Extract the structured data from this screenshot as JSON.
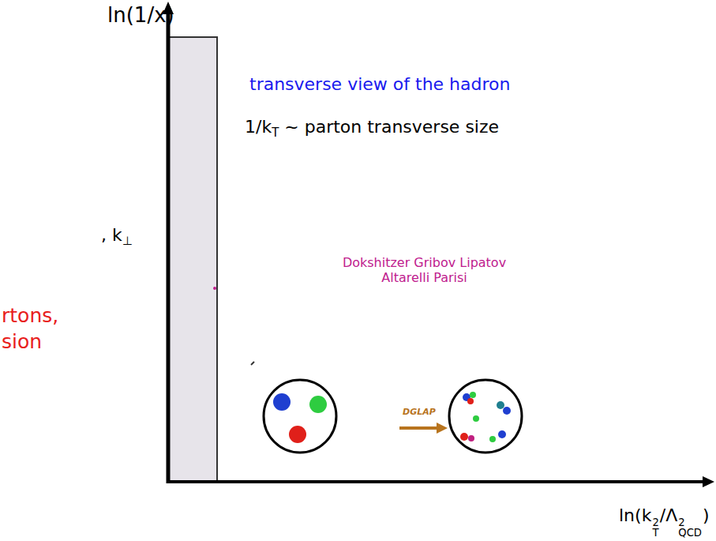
{
  "diagram": {
    "labels": [
      "ln(1/x)",
      "transverse view of the hadron",
      "1/k",
      "T",
      " ~ parton transverse size",
      "Dokshitzer Gribov Lipatov Altarelli Parisi",
      "DGLAP",
      ", k",
      "⊥",
      "rtons,",
      "sion",
      "ln(k",
      "2",
      "T",
      "/Λ",
      "2",
      "QCD",
      ")"
    ]
  }
}
